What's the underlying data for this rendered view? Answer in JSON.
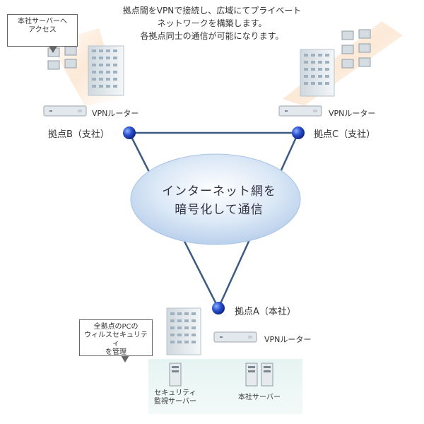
{
  "caption": {
    "line1": "拠点間をVPNで接続し、広域にてプライベート",
    "line2": "ネットワークを構築します。",
    "line3": "各拠点同士の通信が可能になります。"
  },
  "callouts": {
    "hq_access_line1": "本社サーバーへ",
    "hq_access_line2": "アクセス",
    "virus_line1": "全拠点のPCの",
    "virus_line2": "ウィルスセキュリティ",
    "virus_line3": "を管理"
  },
  "nodes": {
    "branch_b": "拠点B（支社）",
    "branch_c": "拠点C（支社）",
    "hq_a": "拠点A（本社）"
  },
  "router_label": "VPNルーター",
  "cloud": {
    "line1": "インターネット網を",
    "line2": "暗号化して通信"
  },
  "servers": {
    "security_line1": "セキュリティ",
    "security_line2": "監視サーバー",
    "hq_server": "本社サーバー"
  },
  "colors": {
    "link": "#3d5a80",
    "node_dot": "#1f3ea8",
    "cloud": "#cfe0f3",
    "beam": "#fbe3cc"
  }
}
